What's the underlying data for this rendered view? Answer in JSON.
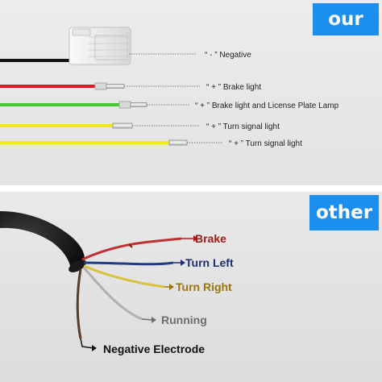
{
  "top_panel": {
    "badge": "our",
    "labels": {
      "negative": "“ - ” Negative",
      "brake": "“ + ” Brake light",
      "brake_plate": "“ + ” Brake light and License Plate Lamp",
      "turn1": "“ + ” Turn signal light",
      "turn2": "“ + ” Turn signal light"
    },
    "wire_colors": {
      "black": "#111111",
      "red": "#e01722",
      "green": "#46c832",
      "yellow1": "#f0e61c",
      "yellow2": "#f2e81a"
    }
  },
  "bottom_panel": {
    "badge": "other",
    "labels": {
      "brake": "Brake",
      "turn_left": "Turn Left",
      "turn_right": "Turn Right",
      "running": "Running",
      "negative": "Negative Electrode"
    },
    "label_colors": {
      "brake": "#a41a1a",
      "turn_left": "#1c2f70",
      "turn_right": "#9a7508",
      "running": "#6e6e6e",
      "negative": "#111111"
    }
  }
}
